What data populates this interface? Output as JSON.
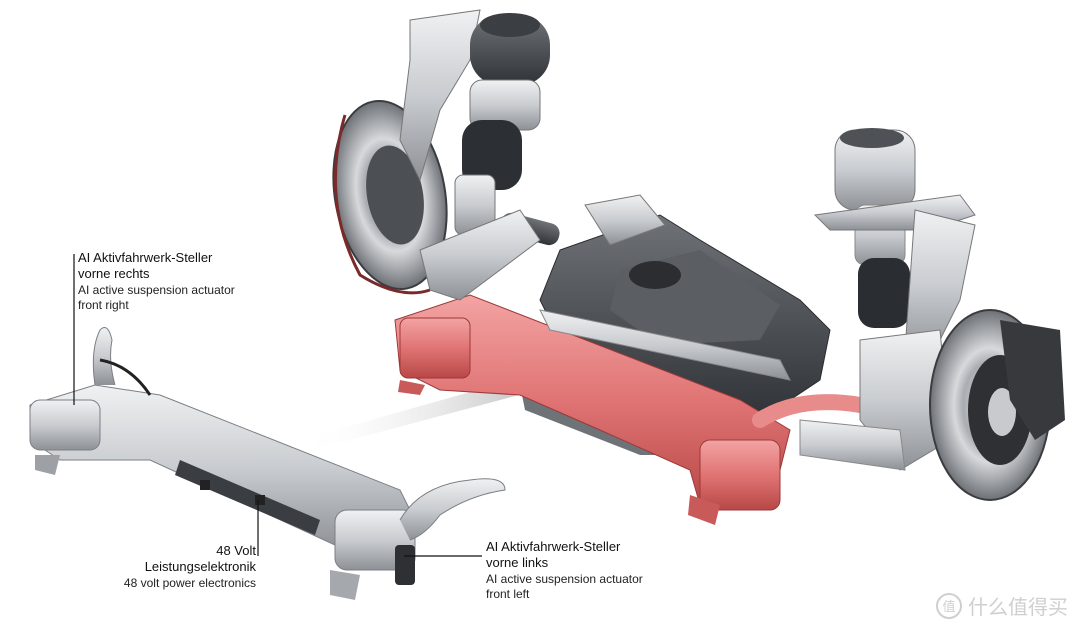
{
  "labels": {
    "front_right": {
      "de_line1": "AI Aktivfahrwerk-Steller",
      "de_line2": "vorne rechts",
      "en_line1": "AI active suspension actuator",
      "en_line2": "front right"
    },
    "power": {
      "de_line1": "48 Volt",
      "de_line2": "Leistungselektronik",
      "en_line1": "48 volt power electronics"
    },
    "front_left": {
      "de_line1": "AI Aktivfahrwerk-Steller",
      "de_line2": "vorne links",
      "en_line1": "AI active suspension actuator",
      "en_line2": "front left"
    }
  },
  "watermark": {
    "icon": "值",
    "text": "什么值得买"
  },
  "colors": {
    "highlight": "#e07474",
    "metal_light": "#d6d9dc",
    "metal_dark": "#4a4d52",
    "leader": "#111111"
  }
}
